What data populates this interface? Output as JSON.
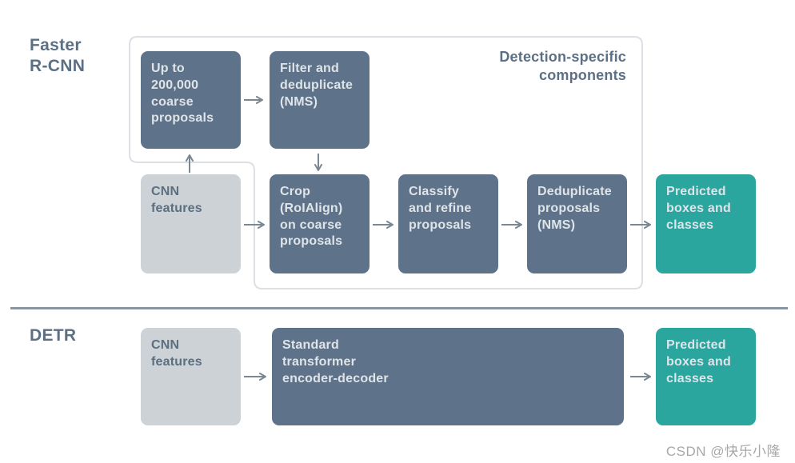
{
  "colors": {
    "bg": "#ffffff",
    "slate": "#5e7389",
    "light": "#cdd2d7",
    "teal": "#2aa69e",
    "box-text": "#dfe4e9",
    "light-box-text": "#5b6e80",
    "label": "#5c7085",
    "arrow": "#7b8793",
    "border": "#dcdfe4",
    "divider": "#8995a0",
    "watermark": "#a8a8a8"
  },
  "faster_rcnn": {
    "label": "Faster\nR-CNN",
    "container_label": "Detection-specific\ncomponents",
    "boxes": [
      {
        "label": "Up to\n200,000\ncoarse\nproposals"
      },
      {
        "label": "Filter and\ndeduplicate\n(NMS)"
      },
      {
        "label": "CNN\nfeatures"
      },
      {
        "label": "Crop\n(RoIAlign)\non coarse\nproposals"
      },
      {
        "label": "Classify\nand refine\nproposals"
      },
      {
        "label": "Deduplicate\nproposals\n(NMS)"
      },
      {
        "label": "Predicted\nboxes and\nclasses"
      }
    ]
  },
  "detr": {
    "label": "DETR",
    "boxes": [
      {
        "label": "CNN\nfeatures"
      },
      {
        "label": "Standard\ntransformer\nencoder-decoder"
      },
      {
        "label": "Predicted\nboxes and\nclasses"
      }
    ]
  },
  "watermark": "CSDN @快乐小隆"
}
